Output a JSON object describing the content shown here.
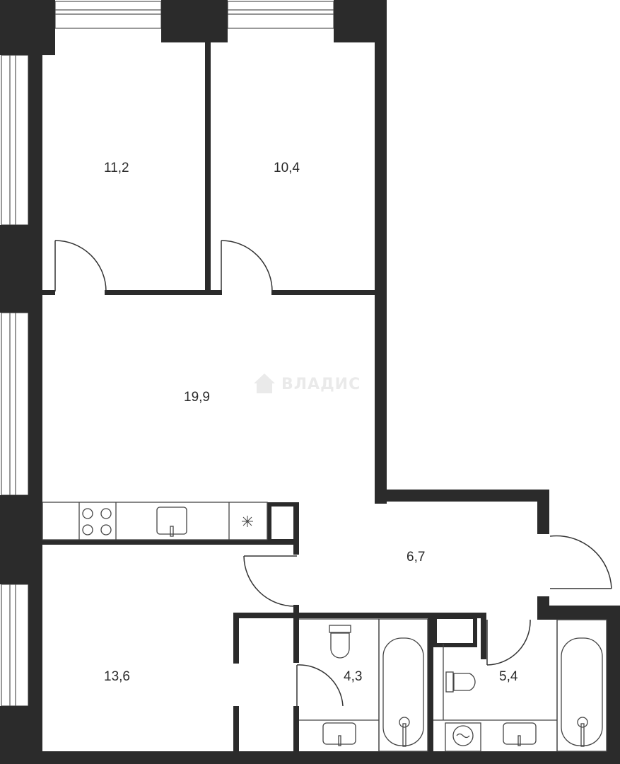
{
  "rooms": [
    {
      "id": "bedroom-1",
      "area": "11,2"
    },
    {
      "id": "bedroom-2",
      "area": "10,4"
    },
    {
      "id": "living-room",
      "area": "19,9"
    },
    {
      "id": "hallway",
      "area": "6,7"
    },
    {
      "id": "bedroom-3",
      "area": "13,6"
    },
    {
      "id": "bathroom-1",
      "area": "4,3"
    },
    {
      "id": "bathroom-2",
      "area": "5,4"
    }
  ],
  "watermark": {
    "text": "ВЛАДИС",
    "icon": "house-logo-icon"
  },
  "colors": {
    "wall": "#2b2b2b",
    "line": "#333333",
    "window": "#555555",
    "background": "#ffffff",
    "watermark": "#eaeaea"
  }
}
